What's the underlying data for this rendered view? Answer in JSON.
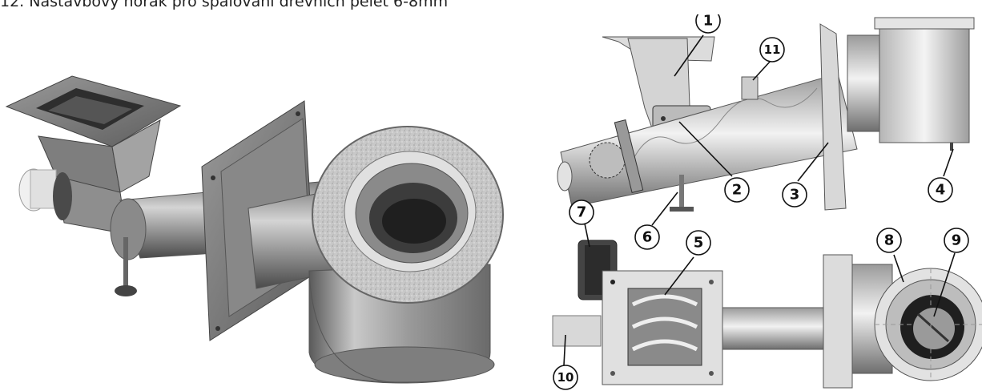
{
  "title": "12.  Nástavbový hořák pro spalování dřevních pelet 6-8mm",
  "callouts": [
    "1",
    "2",
    "3",
    "4",
    "5",
    "6",
    "7",
    "8",
    "9",
    "10",
    "11"
  ]
}
